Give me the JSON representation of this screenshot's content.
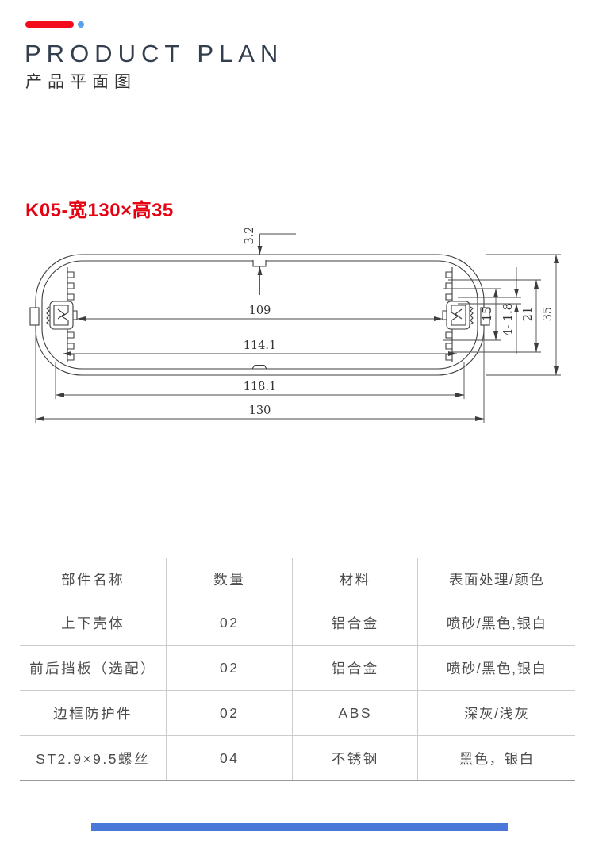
{
  "header": {
    "accent_bar_color": "#f30d1c",
    "accent_dot_color": "#58a0e8",
    "title_en": "PRODUCT PLAN",
    "title_zh": "产品平面图"
  },
  "drawing": {
    "title": "K05-宽130×高35",
    "title_color": "#e60012",
    "line_color": "#3d3d3d",
    "dims": {
      "top_thickness": "3.2",
      "inner_width": "109",
      "cavity_width": "114.1",
      "shell_width": "118.1",
      "overall_width": "130",
      "boss_span": "15",
      "slot": "4- 1.8",
      "inner_height": "21",
      "overall_height": "35"
    }
  },
  "table": {
    "headers": [
      "部件名称",
      "数量",
      "材料",
      "表面处理/颜色"
    ],
    "rows": [
      [
        "上下壳体",
        "02",
        "铝合金",
        "喷砂/黑色,银白"
      ],
      [
        "前后挡板（选配）",
        "02",
        "铝合金",
        "喷砂/黑色,银白"
      ],
      [
        "边框防护件",
        "02",
        "ABS",
        "深灰/浅灰"
      ],
      [
        "ST2.9×9.5螺丝",
        "04",
        "不锈钢",
        "黑色，银白"
      ]
    ]
  },
  "footer": {
    "divider_color": "#4a78d9"
  }
}
